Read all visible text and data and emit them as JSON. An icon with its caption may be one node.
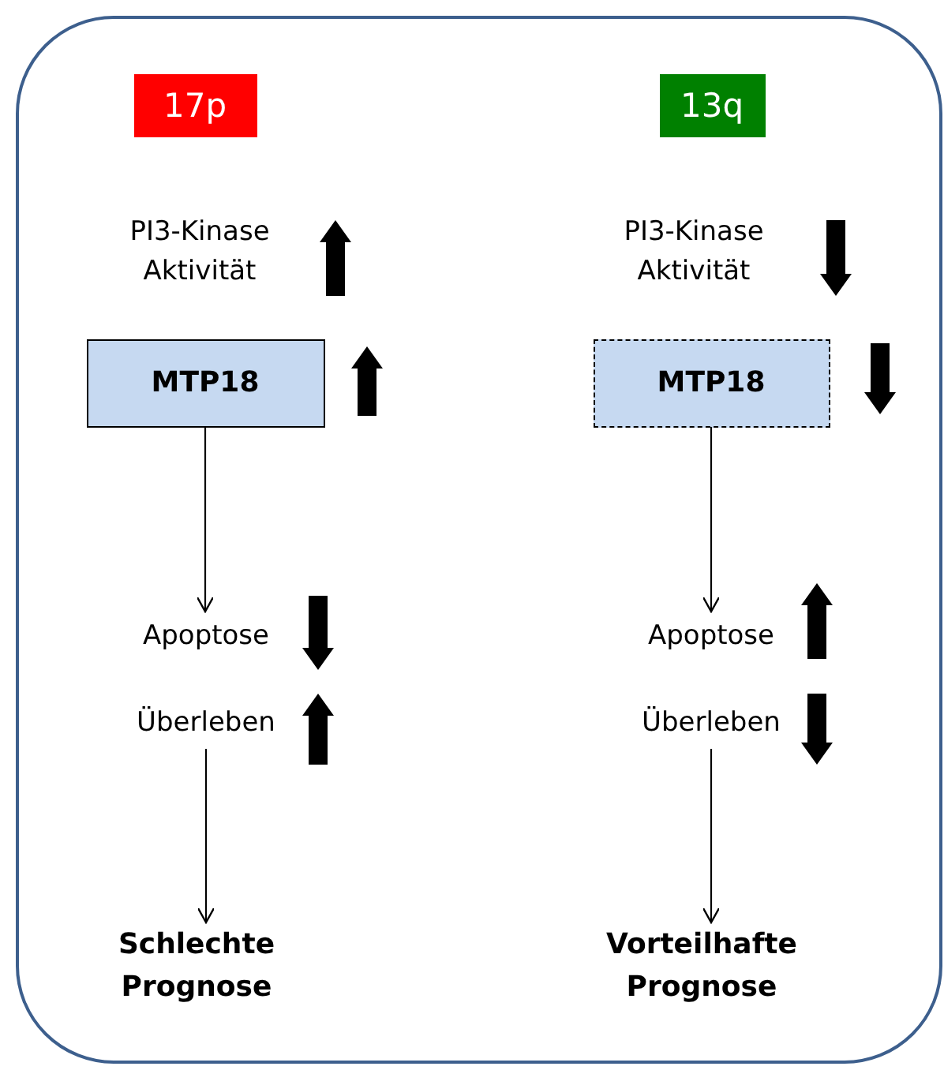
{
  "diagram": {
    "nodes": [
      {
        "text": [],
        "shape": "box"
      },
      {
        "text": [
          "17p"
        ],
        "in": 0
      },
      {
        "text": [
          "13q"
        ],
        "in": 0
      },
      {
        "text": [
          "PI3-Kinase Aktivität"
        ],
        "in": 0
      },
      {
        "text": [
          "PI3-Kinase Aktivität"
        ],
        "in": 0
      },
      {
        "text": [
          "MTP18"
        ],
        "in": 0
      },
      {
        "text": [
          "MTP18"
        ],
        "in": 0
      },
      {
        "text": [
          "Apoptose"
        ],
        "in": 0
      },
      {
        "text": [
          "Apoptose"
        ],
        "in": 0
      },
      {
        "text": [
          "Überleben"
        ],
        "in": 0
      },
      {
        "text": [
          "Überleben"
        ],
        "in": 0
      },
      {
        "text": [
          "Schlechte Prognose"
        ],
        "in": 0
      },
      {
        "text": [
          "Vorteilhafte Prognose"
        ],
        "in": 0
      }
    ],
    "edges": [
      {
        "from": 5,
        "to": 7,
        "arrow": "to"
      },
      {
        "from": 6,
        "to": 8,
        "arrow": "to"
      },
      {
        "from": 9,
        "to": 11,
        "arrow": "to"
      },
      {
        "from": 10,
        "to": 12,
        "arrow": "to"
      }
    ]
  }
}
